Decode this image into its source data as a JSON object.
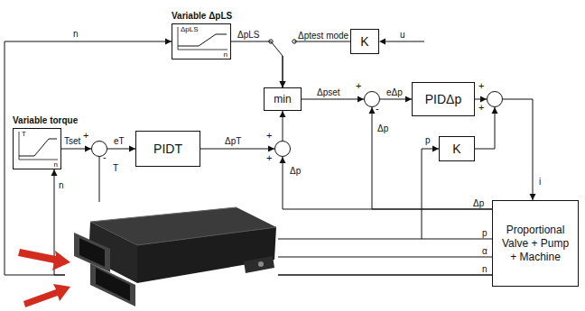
{
  "diagram": {
    "nodes": [
      {
        "text": [
          "Variable ΔpLS",
          "ΔpLS",
          "n"
        ]
      },
      {
        "text": [
          "K"
        ]
      },
      {
        "text": [
          "min"
        ]
      },
      {
        "text": [
          "+",
          "-"
        ]
      },
      {
        "text": [
          "PIDΔp"
        ]
      },
      {
        "text": [
          "+",
          "+"
        ]
      },
      {
        "text": [
          "Variable torque",
          "T",
          "n"
        ]
      },
      {
        "text": [
          "+",
          "-"
        ]
      },
      {
        "text": [
          "PIDT"
        ]
      },
      {
        "text": [
          "+",
          "+"
        ]
      },
      {
        "text": [
          "K"
        ]
      },
      {
        "text": [
          "Proportional Valve + Pump + Machine"
        ]
      }
    ],
    "edges": [
      {
        "from": 0,
        "to": 2,
        "arrow": "to",
        "label": "ΔpLS"
      },
      {
        "from": 1,
        "to": 2,
        "arrow": "to",
        "label": "Δptest mode"
      },
      {
        "from": 2,
        "to": 3,
        "arrow": "to",
        "label": "Δpset"
      },
      {
        "from": 3,
        "to": 4,
        "arrow": "to",
        "label": "eΔp"
      },
      {
        "from": 4,
        "to": 5,
        "arrow": "to"
      },
      {
        "from": 5,
        "to": 11,
        "arrow": "to",
        "label": "i"
      },
      {
        "from": 6,
        "to": 7,
        "arrow": "to",
        "label": "Tset"
      },
      {
        "from": 7,
        "to": 8,
        "arrow": "to",
        "label": "eT"
      },
      {
        "from": 8,
        "to": 9,
        "arrow": "to",
        "label": "ΔpT"
      },
      {
        "from": 9,
        "to": 2,
        "arrow": "to"
      },
      {
        "from": 10,
        "to": 5,
        "arrow": "to"
      },
      {
        "from": 11,
        "to": 9,
        "arrow": "to",
        "label": "Δp"
      },
      {
        "from": 11,
        "to": 3,
        "arrow": "to",
        "label": "Δp"
      },
      {
        "from": 11,
        "to": 10,
        "arrow": "to",
        "label": "p"
      },
      {
        "from": 11,
        "to": 6,
        "arrow": "to",
        "label": "n"
      },
      {
        "from": 11,
        "to": 0,
        "arrow": "to",
        "label": "n"
      }
    ],
    "labels": [
      "u",
      "T",
      "Δp",
      "p",
      "α",
      "n"
    ]
  }
}
